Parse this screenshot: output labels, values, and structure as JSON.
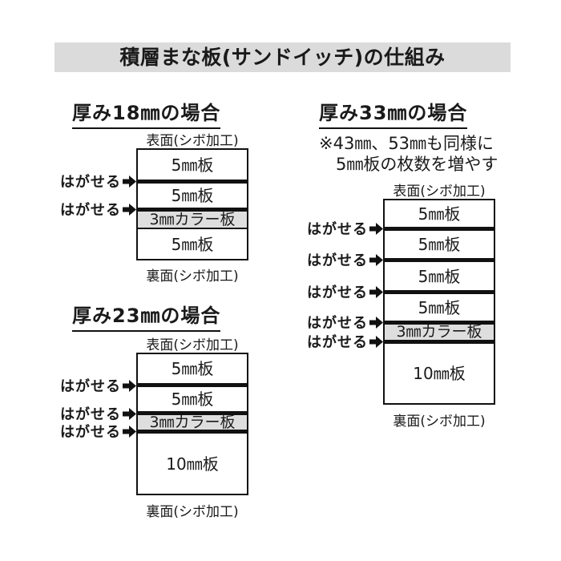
{
  "title": "積層まな板(サンドイッチ)の仕組み",
  "common": {
    "surface_label": "表面(シボ加工)",
    "back_label": "裏面(シボ加工)",
    "peel_label": "はがせる"
  },
  "colors": {
    "title_bar_bg": "#dbdbdb",
    "color_board_bg": "#dedede",
    "line": "#111111",
    "text": "#1a1a1a"
  },
  "sections": {
    "s18": {
      "heading": "厚み18㎜の場合",
      "layers": [
        "5㎜板",
        "5㎜板",
        "3㎜カラー板",
        "5㎜板"
      ]
    },
    "s23": {
      "heading": "厚み23㎜の場合",
      "layers": [
        "5㎜板",
        "5㎜板",
        "3㎜カラー板",
        "10㎜板"
      ]
    },
    "s33": {
      "heading": "厚み33㎜の場合",
      "note_line1": "※43㎜、53㎜も同様に",
      "note_line2": "5㎜板の枚数を増やす",
      "layers": [
        "5㎜板",
        "5㎜板",
        "5㎜板",
        "5㎜板",
        "3㎜カラー板",
        "10㎜板"
      ]
    }
  }
}
